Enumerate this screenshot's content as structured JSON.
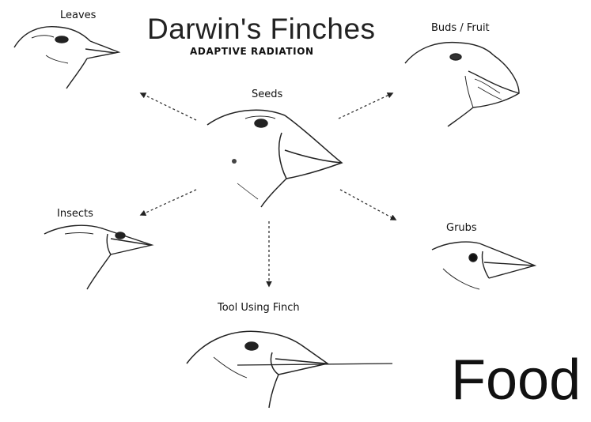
{
  "title": "Darwin's Finches",
  "subtitle": "ADAPTIVE RADIATION",
  "labels": {
    "leaves": "Leaves",
    "buds_fruit": "Buds / Fruit",
    "seeds": "Seeds",
    "insects": "Insects",
    "grubs": "Grubs",
    "tool": "Tool Using Finch"
  },
  "overlay": "Food"
}
